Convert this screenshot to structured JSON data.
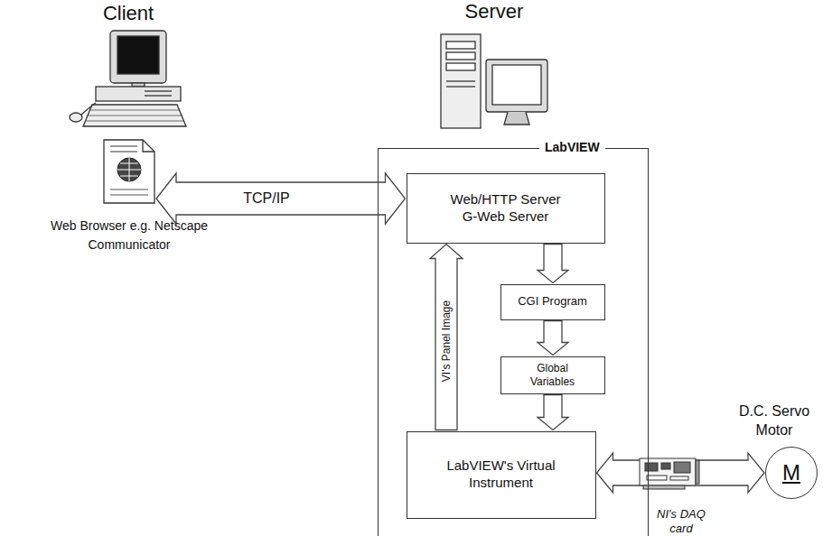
{
  "diagram": {
    "nodes": [
      {
        "text": [
          "LabVIEW"
        ]
      },
      {
        "text": [
          "Web/HTTP Server G-Web Server"
        ],
        "in": 0
      },
      {
        "text": [
          "CGI Program"
        ],
        "in": 0
      },
      {
        "text": [
          "Global Variables"
        ],
        "in": 0
      },
      {
        "text": [
          "LabVIEW's Virtual Instrument"
        ],
        "in": 0
      },
      {
        "text": [
          "Web Browser e.g. Netscape Communicator"
        ]
      },
      {
        "text": [
          "D.C. Servo Motor",
          "M"
        ]
      }
    ],
    "edges": [
      {
        "from": 5,
        "to": 1,
        "arrow": "both",
        "label": "TCP/IP"
      },
      {
        "from": 1,
        "to": 2,
        "arrow": "to"
      },
      {
        "from": 2,
        "to": 3,
        "arrow": "to"
      },
      {
        "from": 3,
        "to": 4,
        "arrow": "to"
      },
      {
        "from": 4,
        "to": 1,
        "arrow": "to",
        "label": "VI's Panel Image"
      },
      {
        "from": 4,
        "to": 6,
        "arrow": "both",
        "label": "NI's DAQ card"
      }
    ],
    "labels": [
      "Client",
      "Server"
    ]
  }
}
